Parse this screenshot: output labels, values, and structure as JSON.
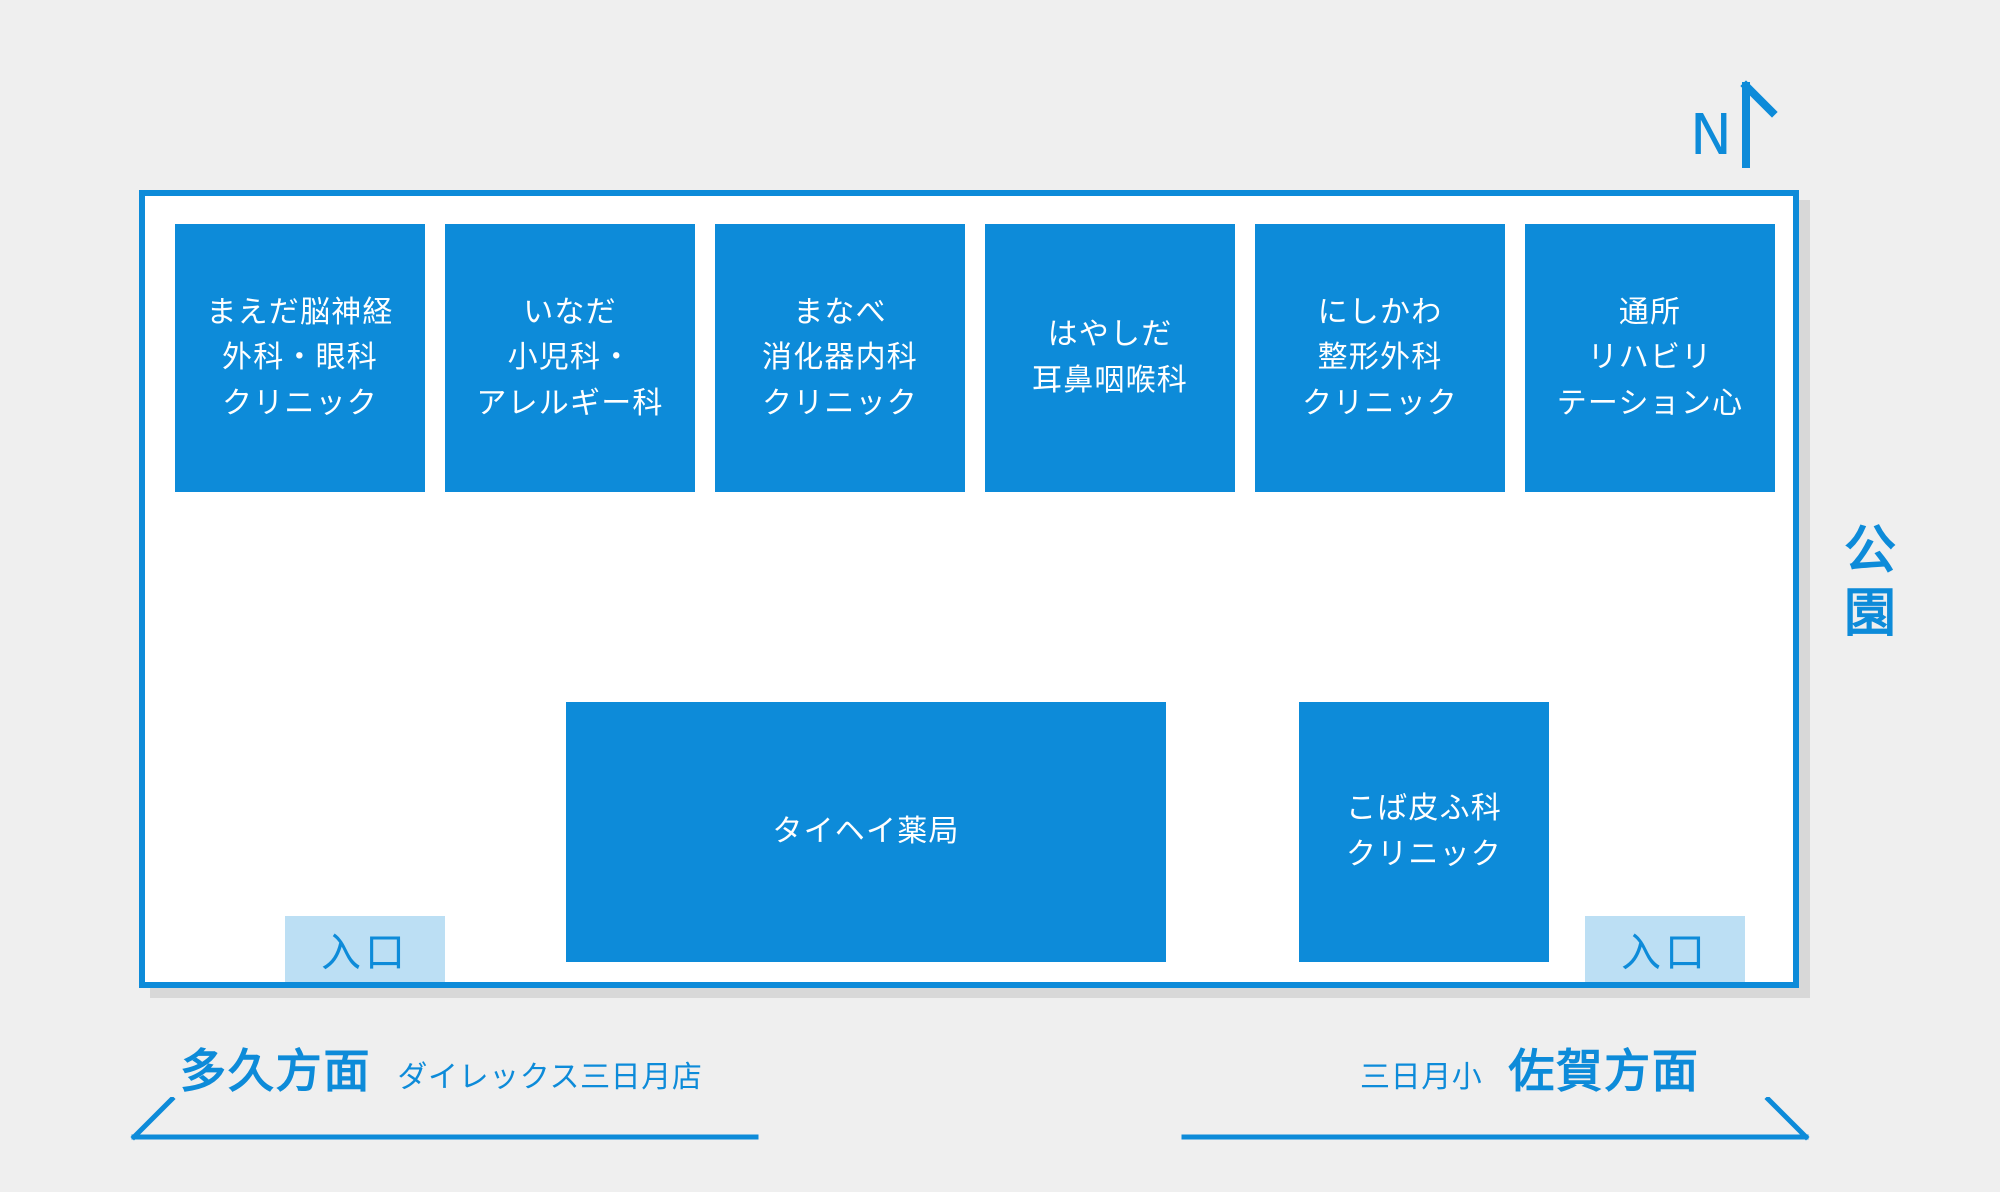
{
  "compass": {
    "label": "N",
    "icon": "north-arrow-icon"
  },
  "colors": {
    "accent": "#0d8bd9",
    "entrance_fill": "#bcdff4",
    "background": "#efefef",
    "building_fill": "#ffffff",
    "shadow": "#d8d8d8"
  },
  "building": {
    "tenants_top_row": [
      {
        "id": "maeda",
        "lines": [
          "まえだ脳神経",
          "外科・眼科",
          "クリニック"
        ]
      },
      {
        "id": "inada",
        "lines": [
          "いなだ",
          "小児科・",
          "アレルギー科"
        ]
      },
      {
        "id": "manabe",
        "lines": [
          "まなべ",
          "消化器内科",
          "クリニック"
        ]
      },
      {
        "id": "hayashida",
        "lines": [
          "はやしだ",
          "耳鼻咽喉科"
        ]
      },
      {
        "id": "nishikawa",
        "lines": [
          "にしかわ",
          "整形外科",
          "クリニック"
        ]
      },
      {
        "id": "tsusho-rehab",
        "lines": [
          "通所",
          "リハビリ",
          "テーション心"
        ]
      }
    ],
    "tenants_bottom_row": [
      {
        "id": "taihei-pharmacy",
        "lines": [
          "タイヘイ薬局"
        ]
      },
      {
        "id": "koba-dermatology",
        "lines": [
          "こば皮ふ科",
          "クリニック"
        ]
      }
    ],
    "entrances": [
      {
        "id": "entrance-left",
        "label": "入口"
      },
      {
        "id": "entrance-right",
        "label": "入口"
      }
    ]
  },
  "park": {
    "label": "公園",
    "chars": [
      "公",
      "園"
    ]
  },
  "roads": {
    "left": {
      "direction": "多久方面",
      "landmark": "ダイレックス三日月店"
    },
    "right": {
      "landmark": "三日月小",
      "direction": "佐賀方面"
    }
  }
}
